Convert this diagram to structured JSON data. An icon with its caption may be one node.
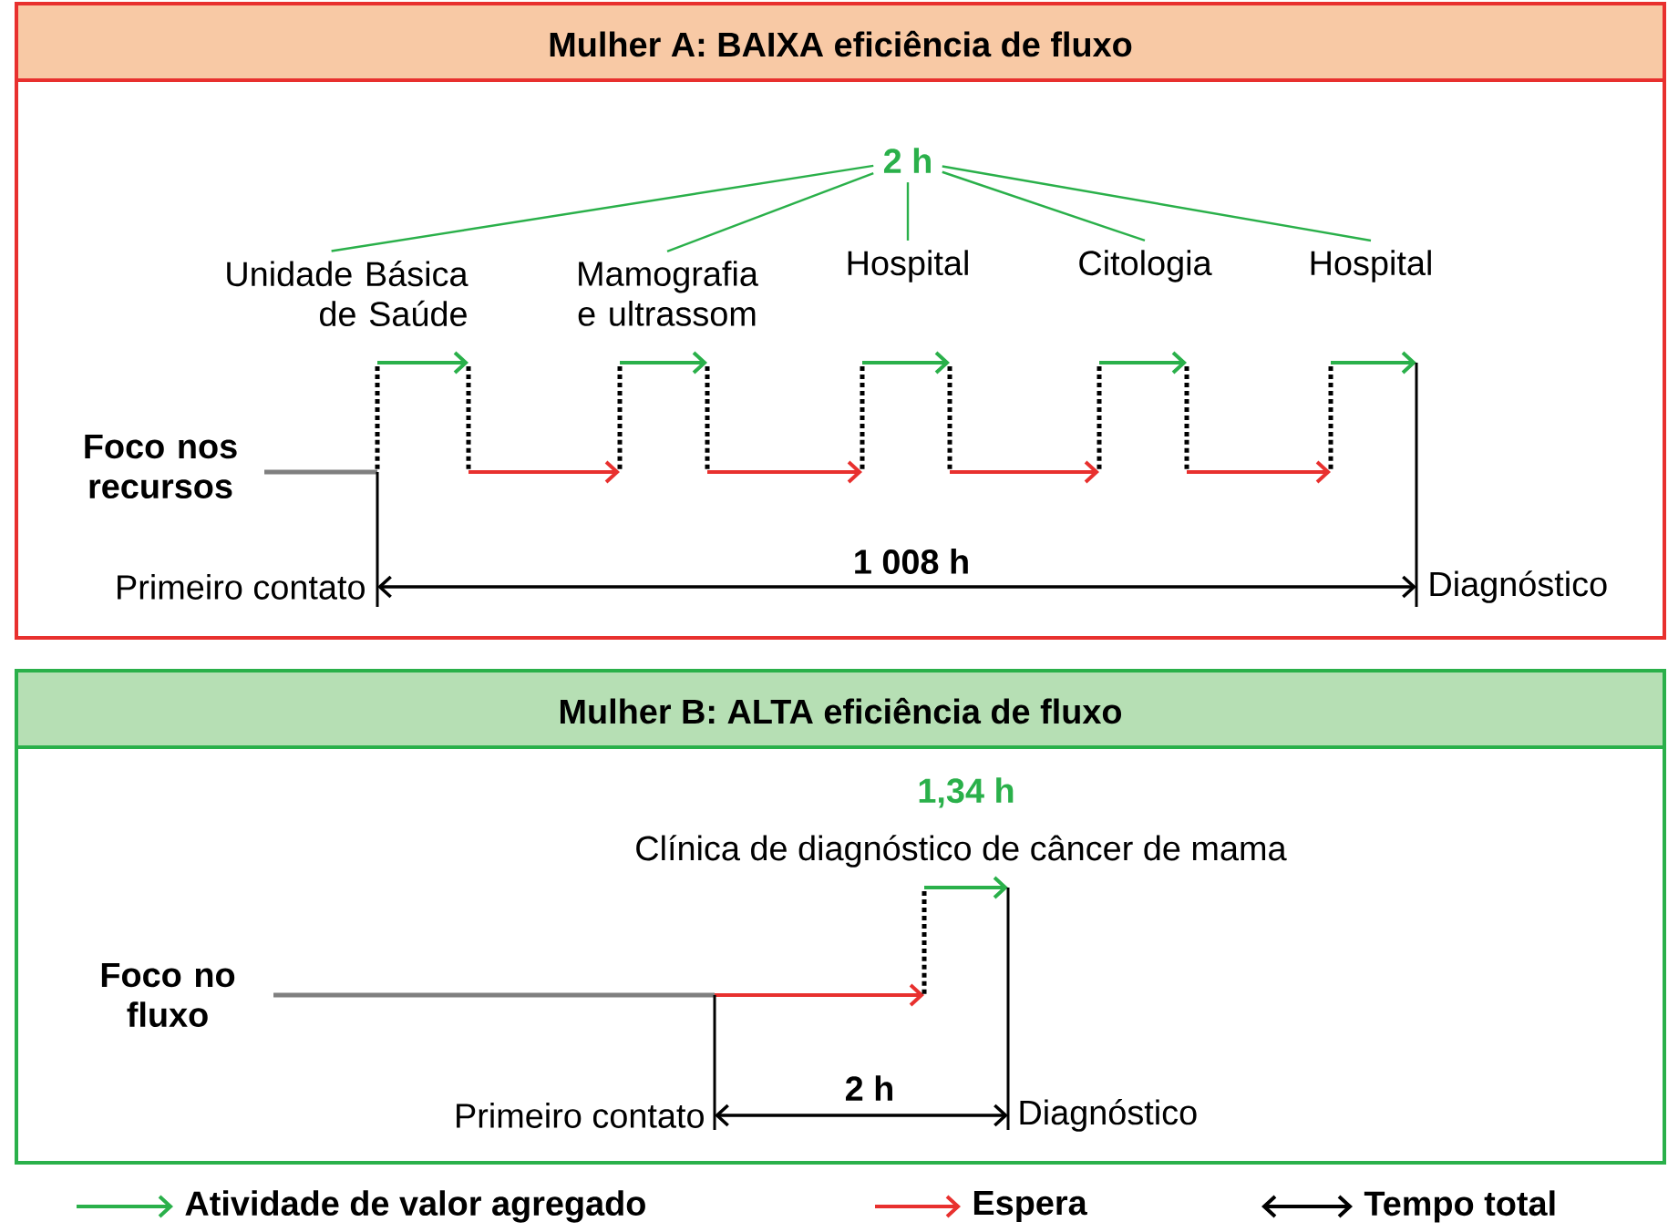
{
  "diagram": {
    "nodes": [
      {
        "text": [
          "Mulher A: BAIXA eficiência de fluxo"
        ]
      },
      {
        "text": [
          "2 h"
        ],
        "in": 0
      },
      {
        "text": [
          "Unidade Básica de Saúde"
        ],
        "in": 0
      },
      {
        "text": [
          "Mamografia e ultrassom"
        ],
        "in": 0
      },
      {
        "text": [
          "Hospital"
        ],
        "in": 0
      },
      {
        "text": [
          "Citologia"
        ],
        "in": 0
      },
      {
        "text": [
          "Hospital"
        ],
        "in": 0
      },
      {
        "text": [
          "Mulher B: ALTA eficiência de fluxo"
        ]
      }
    ],
    "edges": [
      {
        "from": 1,
        "to": 2,
        "arrow": "none"
      },
      {
        "from": 1,
        "to": 3,
        "arrow": "none"
      },
      {
        "from": 1,
        "to": 4,
        "arrow": "none"
      },
      {
        "from": 1,
        "to": 5,
        "arrow": "none"
      },
      {
        "from": 1,
        "to": 6,
        "arrow": "none"
      }
    ],
    "labels": [
      "Foco nos recursos",
      "Primeiro contato",
      "1 008 h",
      "Diagnóstico",
      "1,34 h",
      "Clínica de diagnóstico de câncer de mama",
      "Foco no fluxo",
      "2 h",
      "Primeiro contato",
      "Diagnóstico"
    ],
    "legend": [
      {
        "text": "Atividade de valor agregado"
      },
      {
        "text": "Espera"
      },
      {
        "text": "Tempo total"
      }
    ]
  }
}
